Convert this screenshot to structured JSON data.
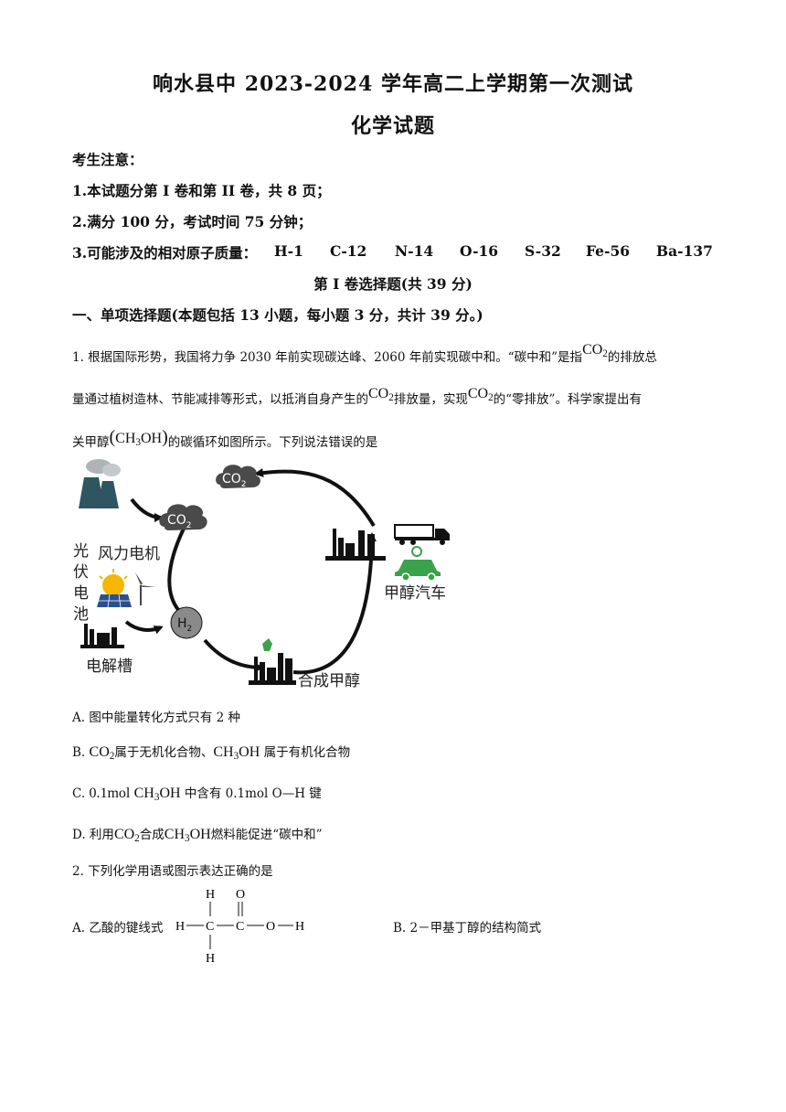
{
  "header": {
    "title": "响水县中 2023-2024 学年高二上学期第一次测试",
    "subtitle": "化学试题"
  },
  "notice": {
    "heading": "考生注意：",
    "item1": "1.本试题分第 I 卷和第 II 卷，共 8 页；",
    "item2": "2.满分 100 分，考试时间 75 分钟；",
    "item3_label": "3.可能涉及的相对原子质量：",
    "masses": [
      "H-1",
      "C-12",
      "N-14",
      "O-16",
      "S-32",
      "Fe-56",
      "Ba-137"
    ]
  },
  "section1": {
    "heading": "第 I 卷选择题(共 39 分)",
    "part_heading": "一、单项选择题(本题包括 13 小题，每小题 3 分，共计 39 分。)"
  },
  "q1": {
    "line1_a": "1. 根据国际形势，我国将力争 2030 年前实现碳达峰、2060 年前实现碳中和。“碳中和”是指",
    "line1_b": "的排放总",
    "line2_a": "量通过植树造林、节能减排等形式，以抵消自身产生的",
    "line2_b": "排放量，实现",
    "line2_c": "的“零排放”。科学家提出有",
    "line3_a": "关甲醇",
    "line3_b": "的碳循环如图所示。下列说法错误的是",
    "diagram": {
      "co2_top": "CO",
      "co2_left": "CO",
      "h2": "H",
      "pv_label": [
        "光",
        "伏",
        "电",
        "池"
      ],
      "wind_label": "风力电机",
      "electrolyzer_label": "电解槽",
      "synth_label": "合成甲醇",
      "car_label": "甲醇汽车"
    },
    "optA": "A. 图中能量转化方式只有 2 种",
    "optB_prefix": "B.",
    "optB_mid": "属于无机化合物、",
    "optB_end": "属于有机化合物",
    "optC_prefix": "C.",
    "optC_qty": "0.1mol",
    "optC_mid": "中含有 0.1mol O—H 键",
    "optD_prefix": "D. 利用",
    "optD_mid": "合成",
    "optD_end": "燃料能促进“碳中和”"
  },
  "q2": {
    "stem": "2. 下列化学用语或图示表达正确的是",
    "optA": "A. 乙酸的键线式",
    "optB": "B. 2－甲基丁醇的结构简式"
  }
}
